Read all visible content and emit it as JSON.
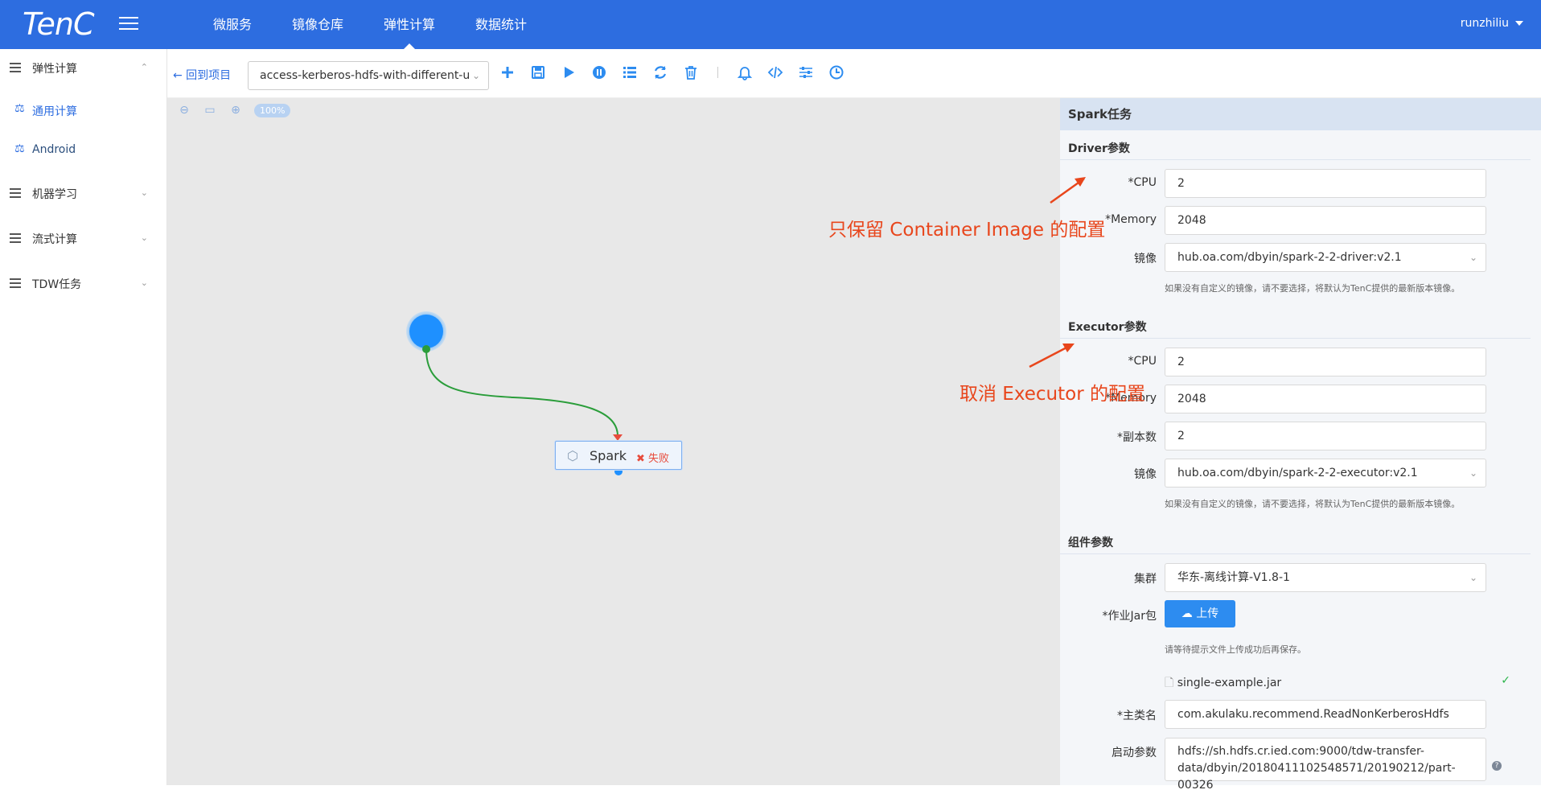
{
  "header": {
    "logo": "TenC",
    "nav": [
      "微服务",
      "镜像仓库",
      "弹性计算",
      "数据统计"
    ],
    "active_nav": "弹性计算",
    "user": "runzhiliu"
  },
  "sidebar": {
    "groups": [
      {
        "label": "弹性计算",
        "chevron": "⌃"
      },
      {
        "label": "机器学习",
        "chevron": "⌄"
      },
      {
        "label": "流式计算",
        "chevron": "⌄"
      },
      {
        "label": "TDW任务",
        "chevron": "⌄"
      }
    ],
    "subitems": [
      {
        "label": "通用计算",
        "active": true
      },
      {
        "label": "Android",
        "active": false
      }
    ]
  },
  "toolbar": {
    "back_label": "← 回到项目",
    "project": "access-kerberos-hdfs-with-different-u",
    "icons": [
      "add-icon",
      "save-icon",
      "run-icon",
      "stop-icon",
      "list-icon",
      "refresh-icon",
      "delete-icon",
      "bell-icon",
      "code-icon",
      "settings-icon",
      "clock-icon"
    ]
  },
  "canvas": {
    "zoom_level": "100%",
    "node_label": "Spark",
    "node_status": "✖ 失败"
  },
  "panel": {
    "title": "Spark任务",
    "driver": {
      "section": "Driver参数",
      "cpu_label": "*CPU",
      "cpu": "2",
      "memory_label": "*Memory",
      "memory": "2048",
      "image_label": "镜像",
      "image": "hub.oa.com/dbyin/spark-2-2-driver:v2.1",
      "hint": "如果没有自定义的镜像，请不要选择，将默认为TenC提供的最新版本镜像。"
    },
    "executor": {
      "section": "Executor参数",
      "cpu_label": "*CPU",
      "cpu": "2",
      "memory_label": "*Memory",
      "memory": "2048",
      "replicas_label": "*副本数",
      "replicas": "2",
      "image_label": "镜像",
      "image": "hub.oa.com/dbyin/spark-2-2-executor:v2.1",
      "hint": "如果没有自定义的镜像，请不要选择，将默认为TenC提供的最新版本镜像。"
    },
    "component": {
      "section": "组件参数",
      "cluster_label": "集群",
      "cluster": "华东-离线计算-V1.8-1",
      "jar_label": "*作业Jar包",
      "upload_label": "上传",
      "upload_hint": "请等待提示文件上传成功后再保存。",
      "file_name": "single-example.jar",
      "main_class_label": "*主类名",
      "main_class": "com.akulaku.recommend.ReadNonKerberosHdfs",
      "args_label": "启动参数",
      "args_line1": "hdfs://sh.hdfs.cr.ied.com:9000/tdw-transfer-",
      "args_line2": "data/dbyin/20180411102548571/20190212/part-00326"
    }
  },
  "annotations": {
    "note1": "只保留 Container Image 的配置",
    "note2": "取消 Executor 的配置",
    "color": "#e8461c"
  }
}
